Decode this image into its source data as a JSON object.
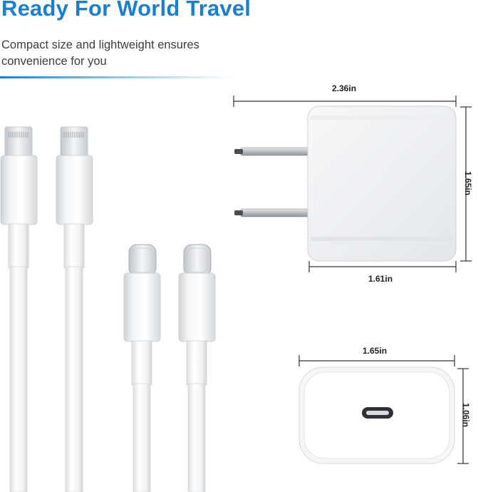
{
  "header": {
    "title": "Ready For World Travel",
    "subtitle": "Compact size and lightweight ensures convenience for you"
  },
  "dimensions": {
    "adapter_width": "2.36in",
    "adapter_height": "1.65in",
    "adapter_depth": "1.61in",
    "plug_width": "1.65in",
    "plug_height": "1.06in"
  },
  "colors": {
    "accent": "#1b7fd0",
    "body_text": "#3d3d3d"
  },
  "icons": [
    "lightning-cable-icon",
    "usb-c-cable-icon",
    "power-adapter-icon",
    "usb-c-port-icon"
  ]
}
